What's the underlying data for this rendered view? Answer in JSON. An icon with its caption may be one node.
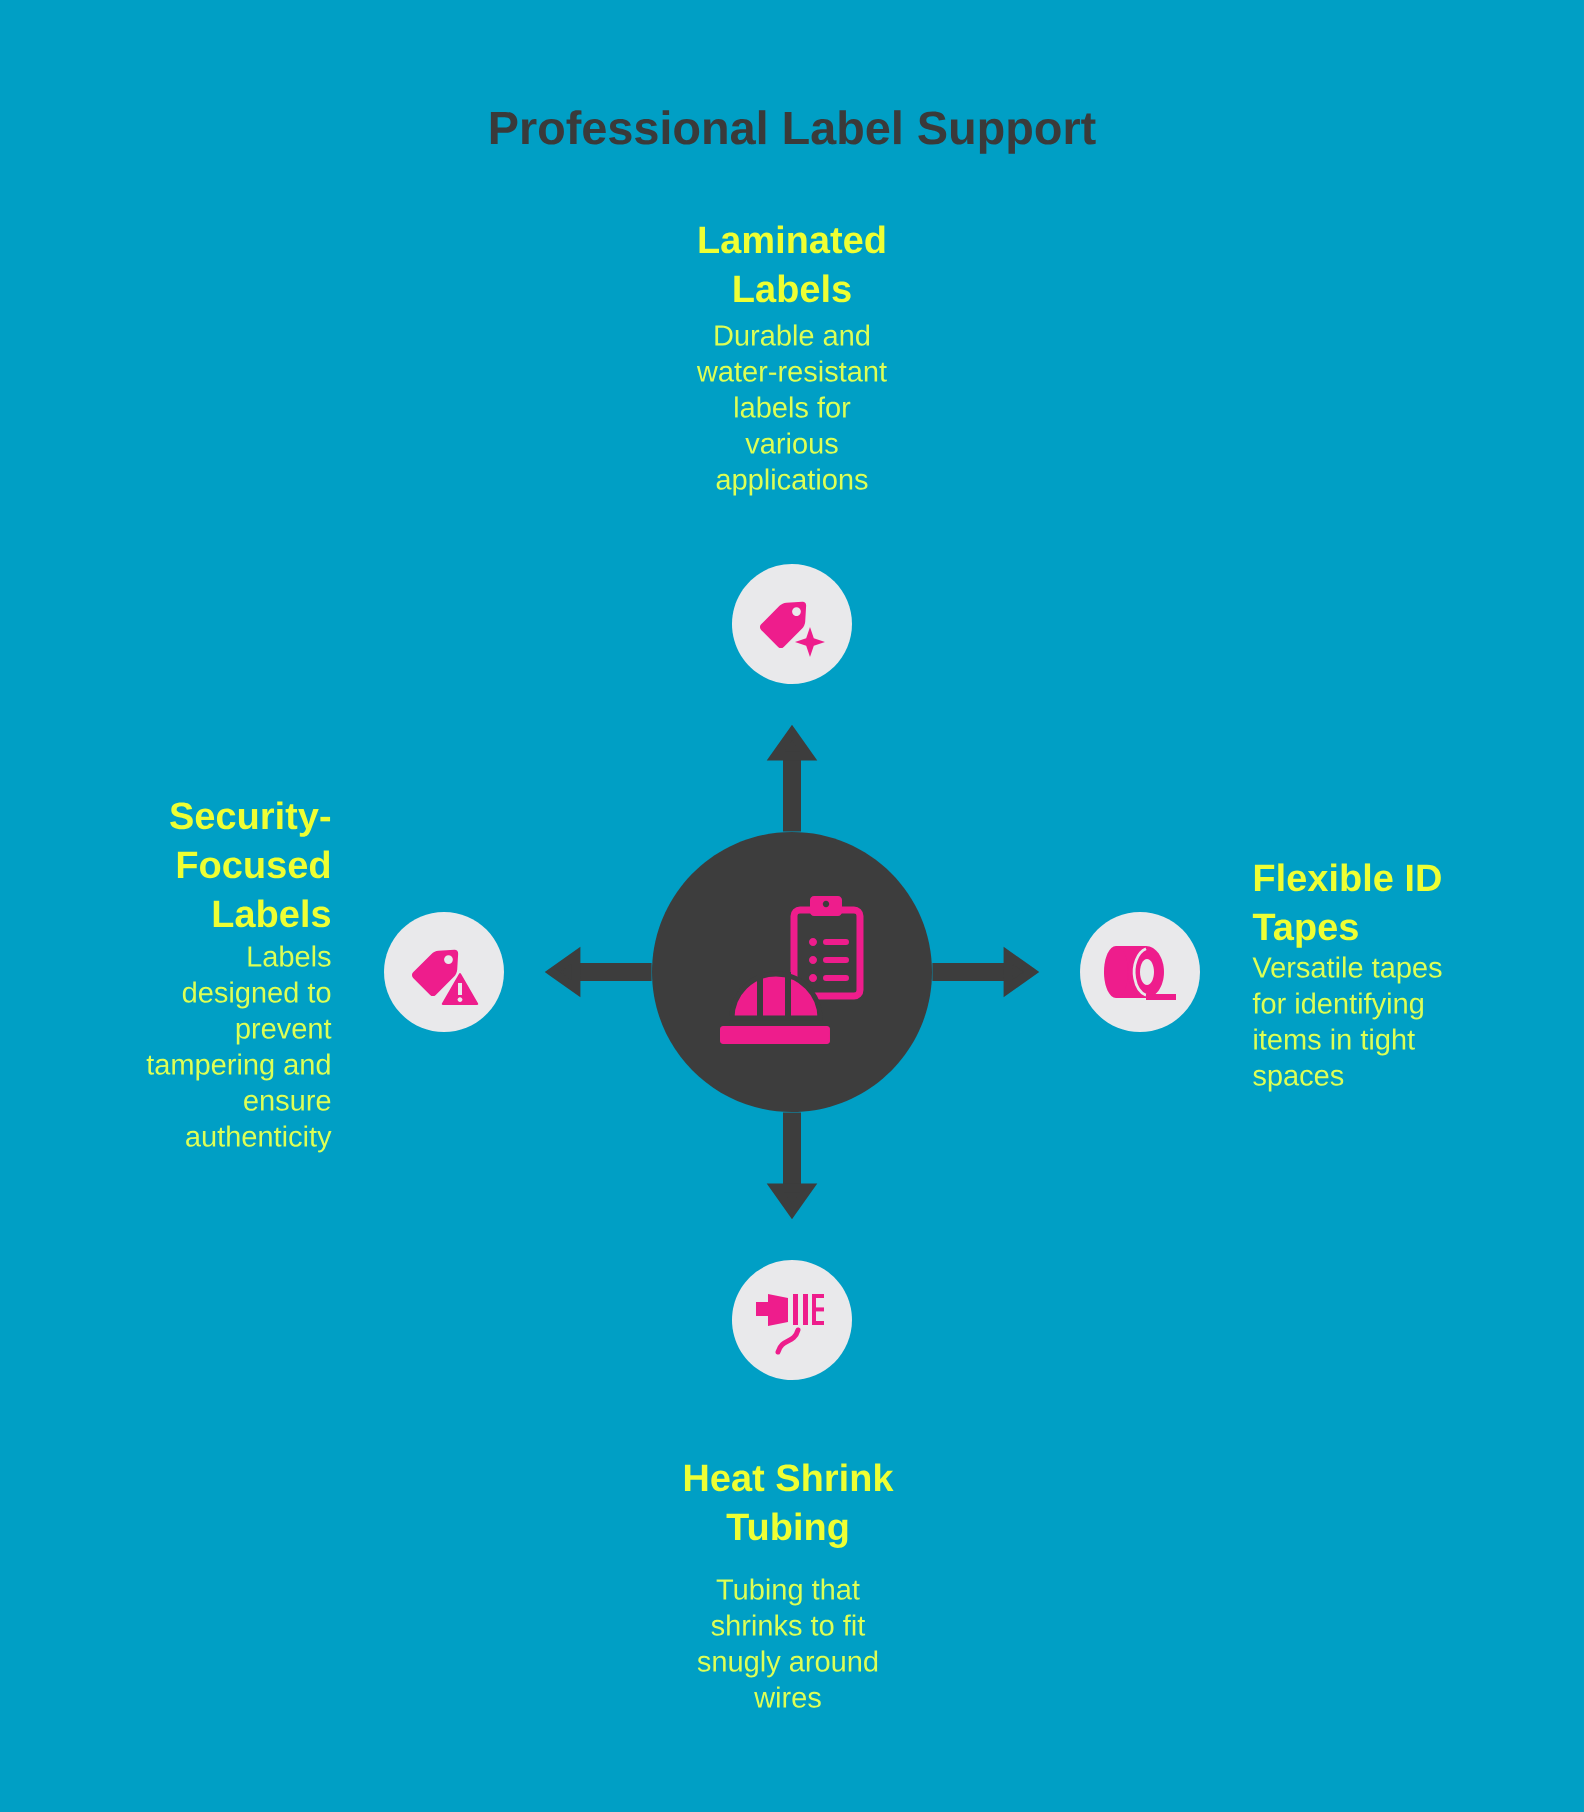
{
  "diagram": {
    "title": "Professional Label Support",
    "nodes": [
      {
        "text": [
          "Laminated Labels",
          "Durable and water-resistant labels for various applications"
        ]
      },
      {
        "text": [
          "Security-Focused Labels",
          "Labels designed to prevent tampering and ensure authenticity"
        ]
      },
      {
        "text": [],
        "shape": "circle"
      },
      {
        "text": [
          "Flexible ID Tapes",
          "Versatile tapes for identifying items in tight spaces"
        ]
      },
      {
        "text": [
          "Heat Shrink Tubing",
          "Tubing that shrinks to fit snugly around wires"
        ]
      }
    ],
    "edges": [
      {
        "from": 2,
        "to": 0,
        "arrow": "to"
      },
      {
        "from": 2,
        "to": 1,
        "arrow": "to"
      },
      {
        "from": 2,
        "to": 3,
        "arrow": "to"
      },
      {
        "from": 2,
        "to": 4,
        "arrow": "to"
      }
    ]
  }
}
